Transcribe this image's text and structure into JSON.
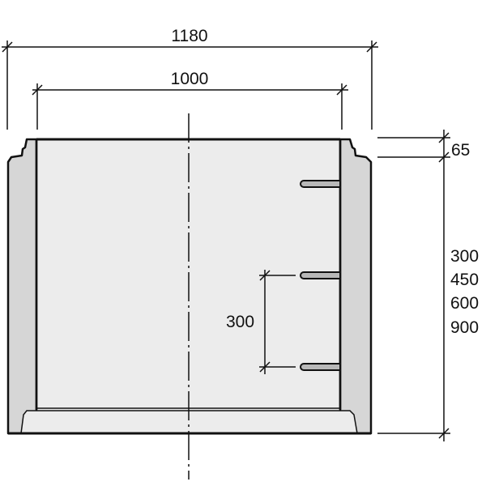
{
  "dimensions": {
    "outer_width": "1180",
    "inner_width": "1000",
    "rim_height": "65",
    "heights": [
      "300",
      "450",
      "600",
      "900"
    ],
    "step_spacing": "300"
  },
  "colors": {
    "wall": "#d6d6d6",
    "interior": "#ececec",
    "step": "#b8b8b8",
    "line": "#111111"
  }
}
